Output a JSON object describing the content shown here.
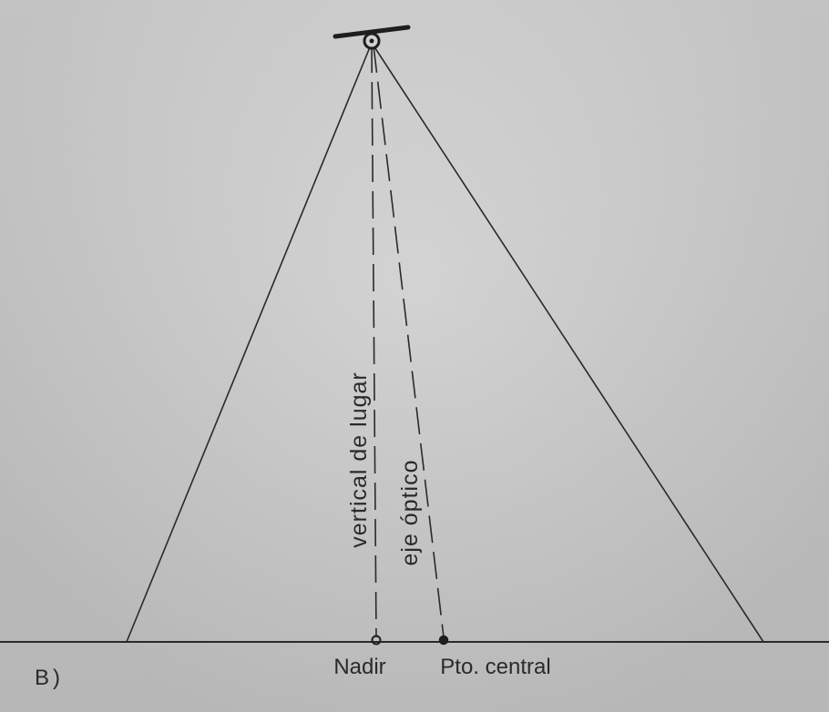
{
  "figure": {
    "panel_label": "B)",
    "labels": {
      "vertical": "vertical de lugar",
      "optical_axis": "eje óptico",
      "nadir": "Nadir",
      "center": "Pto. central"
    },
    "colors": {
      "background": "#c9c9c9",
      "ink": "#2a2a2a"
    }
  }
}
